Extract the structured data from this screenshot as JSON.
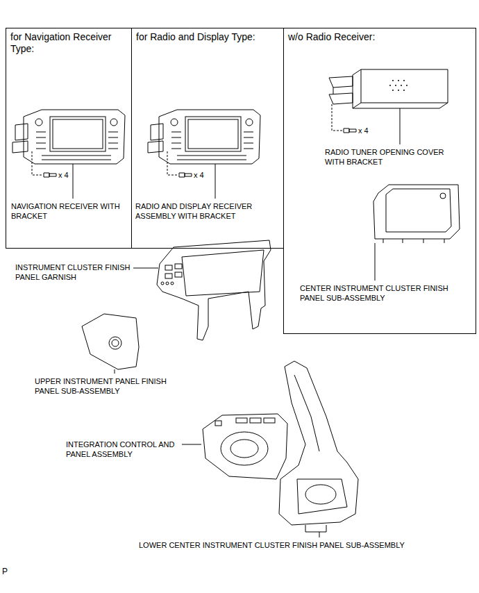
{
  "diagram": {
    "nodes": [
      {
        "text": [
          "for Navigation Receiver Type:"
        ]
      },
      {
        "text": [
          "for Radio and Display Type:"
        ]
      },
      {
        "text": [
          "w/o Radio Receiver:"
        ]
      }
    ],
    "labels": [
      "x 4",
      "NAVIGATION RECEIVER WITH BRACKET",
      "x 4",
      "RADIO AND DISPLAY RECEIVER ASSEMBLY WITH BRACKET",
      "x 4",
      "RADIO TUNER OPENING COVER WITH BRACKET",
      "CENTER INSTRUMENT CLUSTER FINISH PANEL SUB-ASSEMBLY",
      "INSTRUMENT CLUSTER FINISH PANEL GARNISH",
      "UPPER INSTRUMENT PANEL FINISH PANEL SUB-ASSEMBLY",
      "INTEGRATION CONTROL AND PANEL ASSEMBLY",
      "LOWER CENTER INSTRUMENT CLUSTER FINISH PANEL SUB-ASSEMBLY",
      "P"
    ]
  }
}
